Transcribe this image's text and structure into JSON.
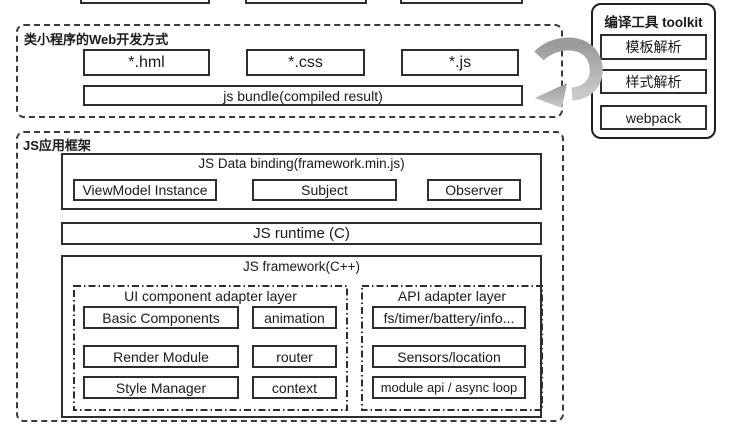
{
  "web_dev": {
    "title": "类小程序的Web开发方式",
    "files": [
      "*.hml",
      "*.css",
      "*.js"
    ],
    "bundle_label": "js bundle(compiled result)"
  },
  "toolkit": {
    "title": "编译工具 toolkit",
    "items": [
      "模板解析",
      "样式解析",
      "webpack"
    ]
  },
  "js_app_framework": {
    "title": "JS应用框架",
    "data_binding": {
      "title": "JS Data binding(framework.min.js)",
      "items": [
        "ViewModel Instance",
        "Subject",
        "Observer"
      ]
    },
    "runtime_label": "JS runtime (C)",
    "framework": {
      "title": "JS framework(C++)",
      "ui_adapter": {
        "title": "UI component adapter layer",
        "items": [
          "Basic Components",
          "animation",
          "Render Module",
          "router",
          "Style Manager",
          "context"
        ]
      },
      "api_adapter": {
        "title": "API adapter layer",
        "items": [
          "fs/timer/battery/info...",
          "Sensors/location",
          "module api / async loop"
        ]
      }
    }
  },
  "colors": {
    "box_border": "#2e2e2e",
    "arrow_gray": "#b5b5b5",
    "background": "#ffffff"
  }
}
